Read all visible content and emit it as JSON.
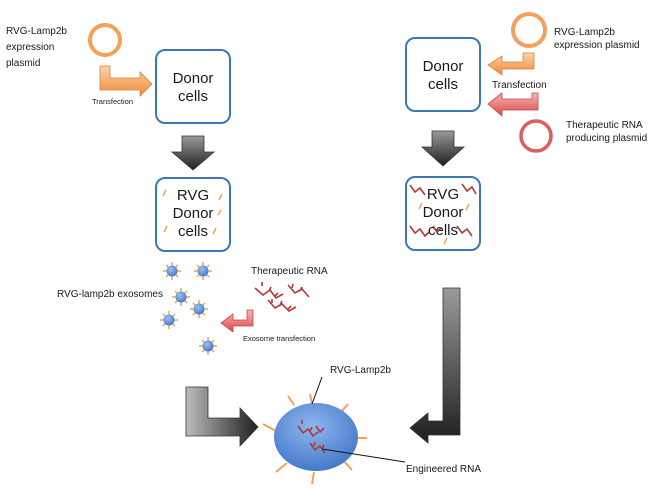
{
  "diagram": {
    "left_plasmid_label": [
      "RVG-Lamp2b",
      "expression",
      "plasmid"
    ],
    "left_transfection": "Transfection",
    "left_donor_box": [
      "Donor",
      "cells"
    ],
    "left_rvg_box": [
      "RVG",
      "Donor",
      "cells"
    ],
    "exosomes_label": "RVG-lamp2b exosomes",
    "therapeutic_rna_label": "Therapeutic RNA",
    "exosome_transfection_label": "Exosome transfection",
    "right_plasmid_label": [
      "RVG-Lamp2b",
      "expression plasmid"
    ],
    "right_transfection": "Transfection",
    "right_donor_box": [
      "Donor",
      "cells"
    ],
    "therapeutic_plasmid_label": [
      "Therapeutic RNA",
      "producing plasmid"
    ],
    "right_rvg_box": [
      "RVG",
      "Donor",
      "cells"
    ],
    "final_rvg_label": "RVG-Lamp2b",
    "engineered_rna_label": "Engineered RNA",
    "colors": {
      "box_border": "#3a78b5",
      "orange": "#f2a05a",
      "red": "#dc5f5f",
      "blue": "#5b8fd6",
      "rna": "#b03a36"
    }
  }
}
